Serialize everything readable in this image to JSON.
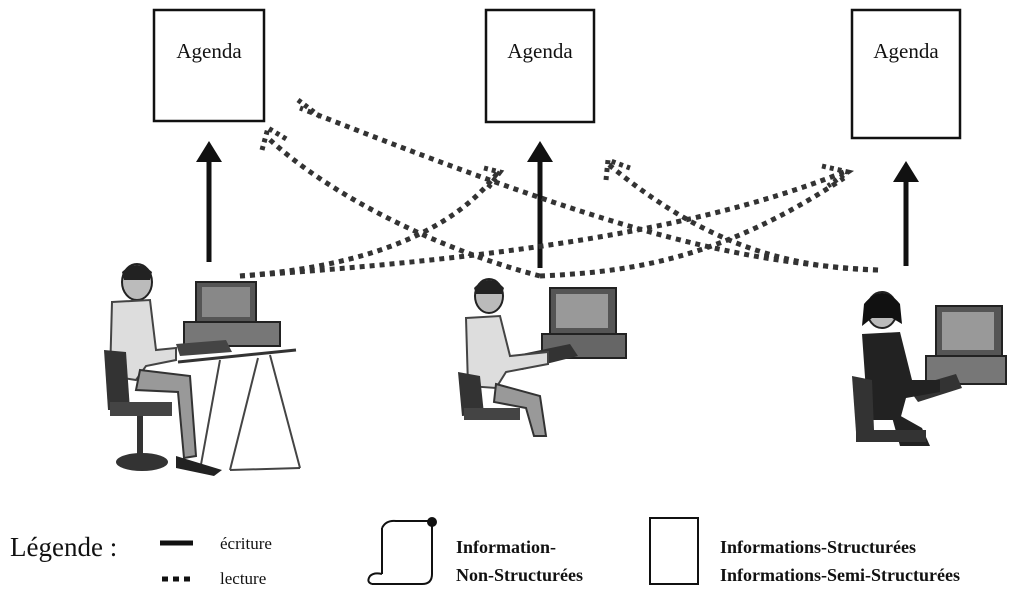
{
  "diagram": {
    "agendas": [
      {
        "label": "Agenda"
      },
      {
        "label": "Agenda"
      },
      {
        "label": "Agenda"
      }
    ],
    "legend": {
      "title": "Légende :",
      "write_label": "écriture",
      "read_label": "lecture",
      "unstructured_line1": "Information-",
      "unstructured_line2": "Non-Structurées",
      "structured_line1": "Informations-Structurées",
      "structured_line2": "Informations-Semi-Structurées"
    }
  }
}
